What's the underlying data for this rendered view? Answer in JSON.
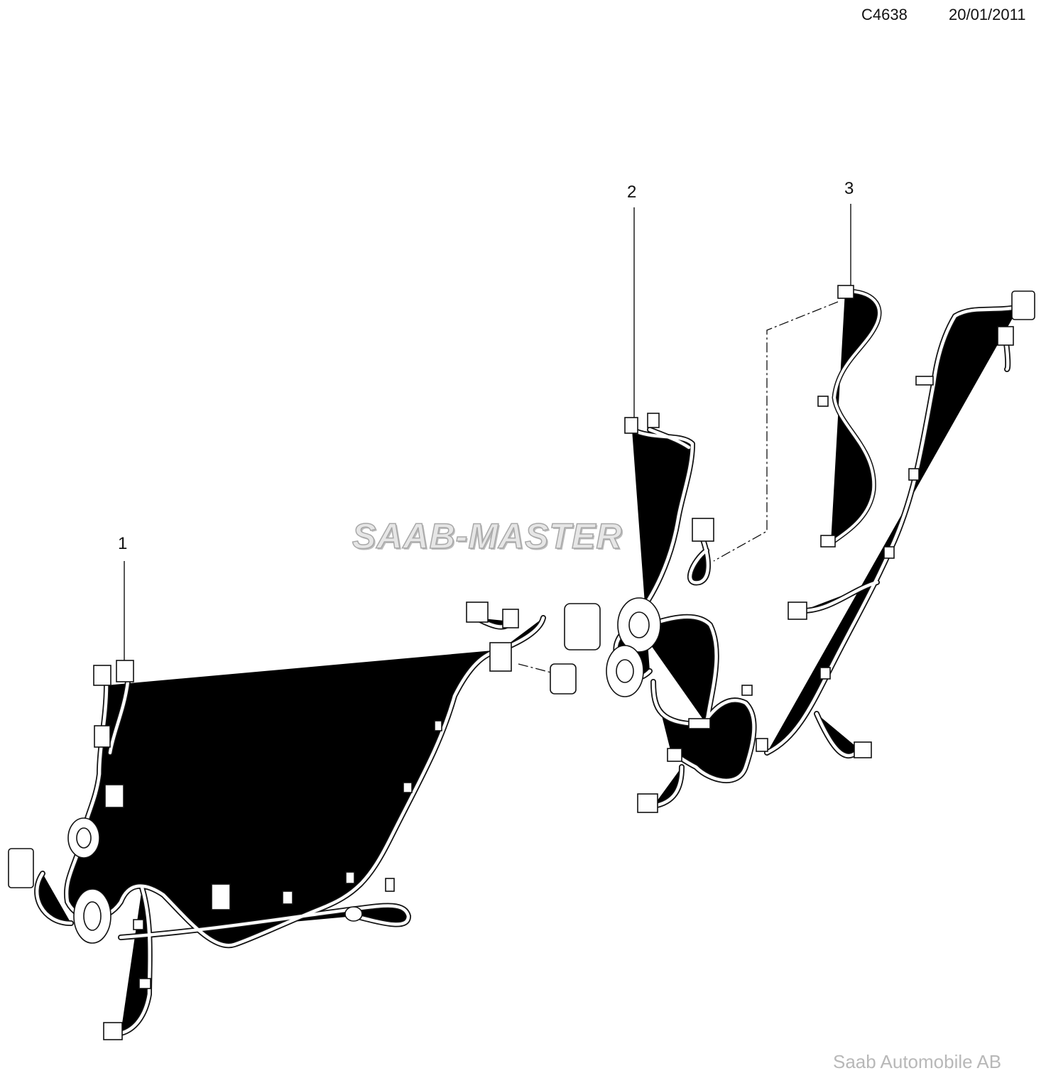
{
  "header": {
    "diagram_code": "C4638",
    "date": "20/01/2011"
  },
  "callouts": [
    "1",
    "2",
    "3"
  ],
  "watermark": "SAAB-MASTER",
  "footer": {
    "copyright": "Saab Automobile AB"
  }
}
